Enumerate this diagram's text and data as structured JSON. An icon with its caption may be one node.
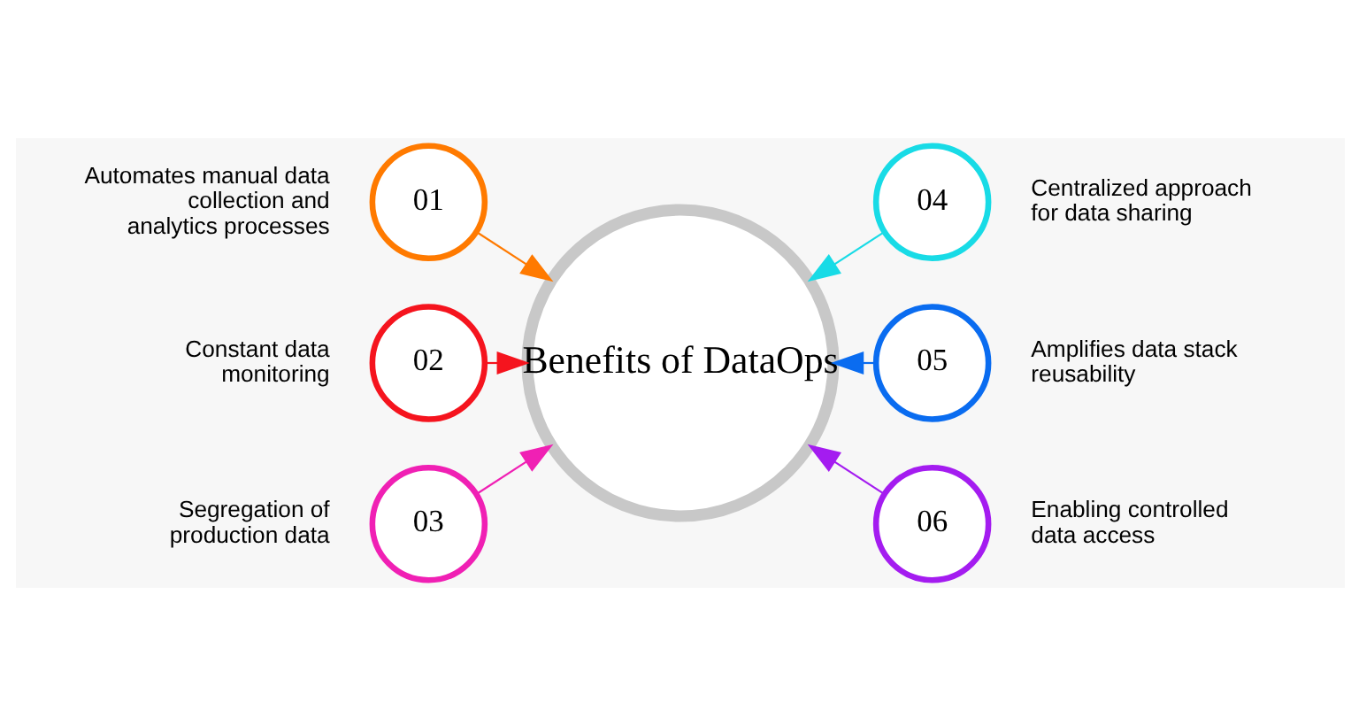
{
  "diagram": {
    "nodes": [
      {
        "text": [
          "Benefits of DataOps"
        ]
      },
      {
        "text": [
          "01"
        ],
        "beside": [
          "Automates manual data collection and analytics processes"
        ]
      },
      {
        "text": [
          "02"
        ],
        "beside": [
          "Constant data monitoring"
        ]
      },
      {
        "text": [
          "03"
        ],
        "beside": [
          "Segregation of production data"
        ]
      },
      {
        "text": [
          "04"
        ],
        "beside": [
          "Centralized approach for data sharing"
        ]
      },
      {
        "text": [
          "05"
        ],
        "beside": [
          "Amplifies data stack reusability"
        ]
      },
      {
        "text": [
          "06"
        ],
        "beside": [
          "Enabling controlled data access"
        ]
      }
    ],
    "edges": [
      {
        "from": 1,
        "to": 0,
        "arrow": "to",
        "color": "#ff7a00"
      },
      {
        "from": 2,
        "to": 0,
        "arrow": "to",
        "color": "#f5141e"
      },
      {
        "from": 3,
        "to": 0,
        "arrow": "to",
        "color": "#f020b4"
      },
      {
        "from": 4,
        "to": 0,
        "arrow": "to",
        "color": "#18dbe6"
      },
      {
        "from": 5,
        "to": 0,
        "arrow": "to",
        "color": "#0a6cf0"
      },
      {
        "from": 6,
        "to": 0,
        "arrow": "to",
        "color": "#a41cf0"
      }
    ]
  }
}
